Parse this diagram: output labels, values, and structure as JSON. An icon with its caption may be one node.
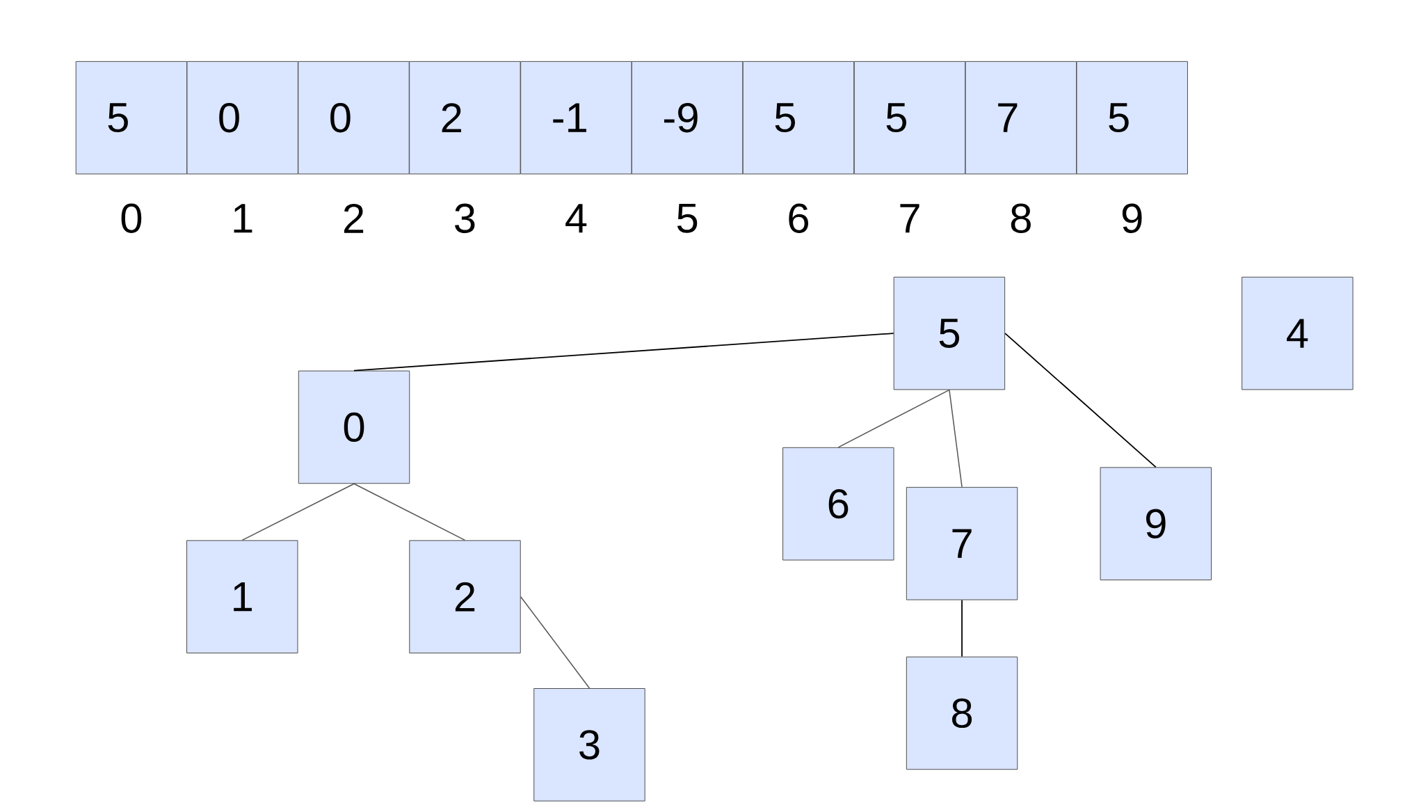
{
  "diagram": {
    "nodes": [
      {
        "text": [
          "5"
        ]
      },
      {
        "text": [
          "0"
        ]
      },
      {
        "text": [
          "0"
        ]
      },
      {
        "text": [
          "2"
        ]
      },
      {
        "text": [
          "-1"
        ]
      },
      {
        "text": [
          "-9"
        ]
      },
      {
        "text": [
          "5"
        ]
      },
      {
        "text": [
          "5"
        ]
      },
      {
        "text": [
          "7"
        ]
      },
      {
        "text": [
          "5"
        ]
      },
      {
        "text": [
          "5"
        ]
      },
      {
        "text": [
          "4"
        ]
      },
      {
        "text": [
          "0"
        ]
      },
      {
        "text": [
          "6"
        ]
      },
      {
        "text": [
          "9"
        ]
      },
      {
        "text": [
          "7"
        ]
      },
      {
        "text": [
          "1"
        ]
      },
      {
        "text": [
          "2"
        ]
      },
      {
        "text": [
          "3"
        ]
      },
      {
        "text": [
          "8"
        ]
      }
    ],
    "edges": [
      {
        "from": 10,
        "to": 12,
        "arrow": "none",
        "color": "#000000"
      },
      {
        "from": 10,
        "to": 13,
        "arrow": "none"
      },
      {
        "from": 10,
        "to": 15,
        "arrow": "none"
      },
      {
        "from": 10,
        "to": 14,
        "arrow": "none",
        "color": "#000000"
      },
      {
        "from": 12,
        "to": 16,
        "arrow": "none"
      },
      {
        "from": 12,
        "to": 17,
        "arrow": "none"
      },
      {
        "from": 17,
        "to": 18,
        "arrow": "none"
      },
      {
        "from": 15,
        "to": 19,
        "arrow": "none",
        "color": "#000000"
      }
    ],
    "labels": [
      "0",
      "1",
      "2",
      "3",
      "4",
      "5",
      "6",
      "7",
      "8",
      "9"
    ]
  }
}
